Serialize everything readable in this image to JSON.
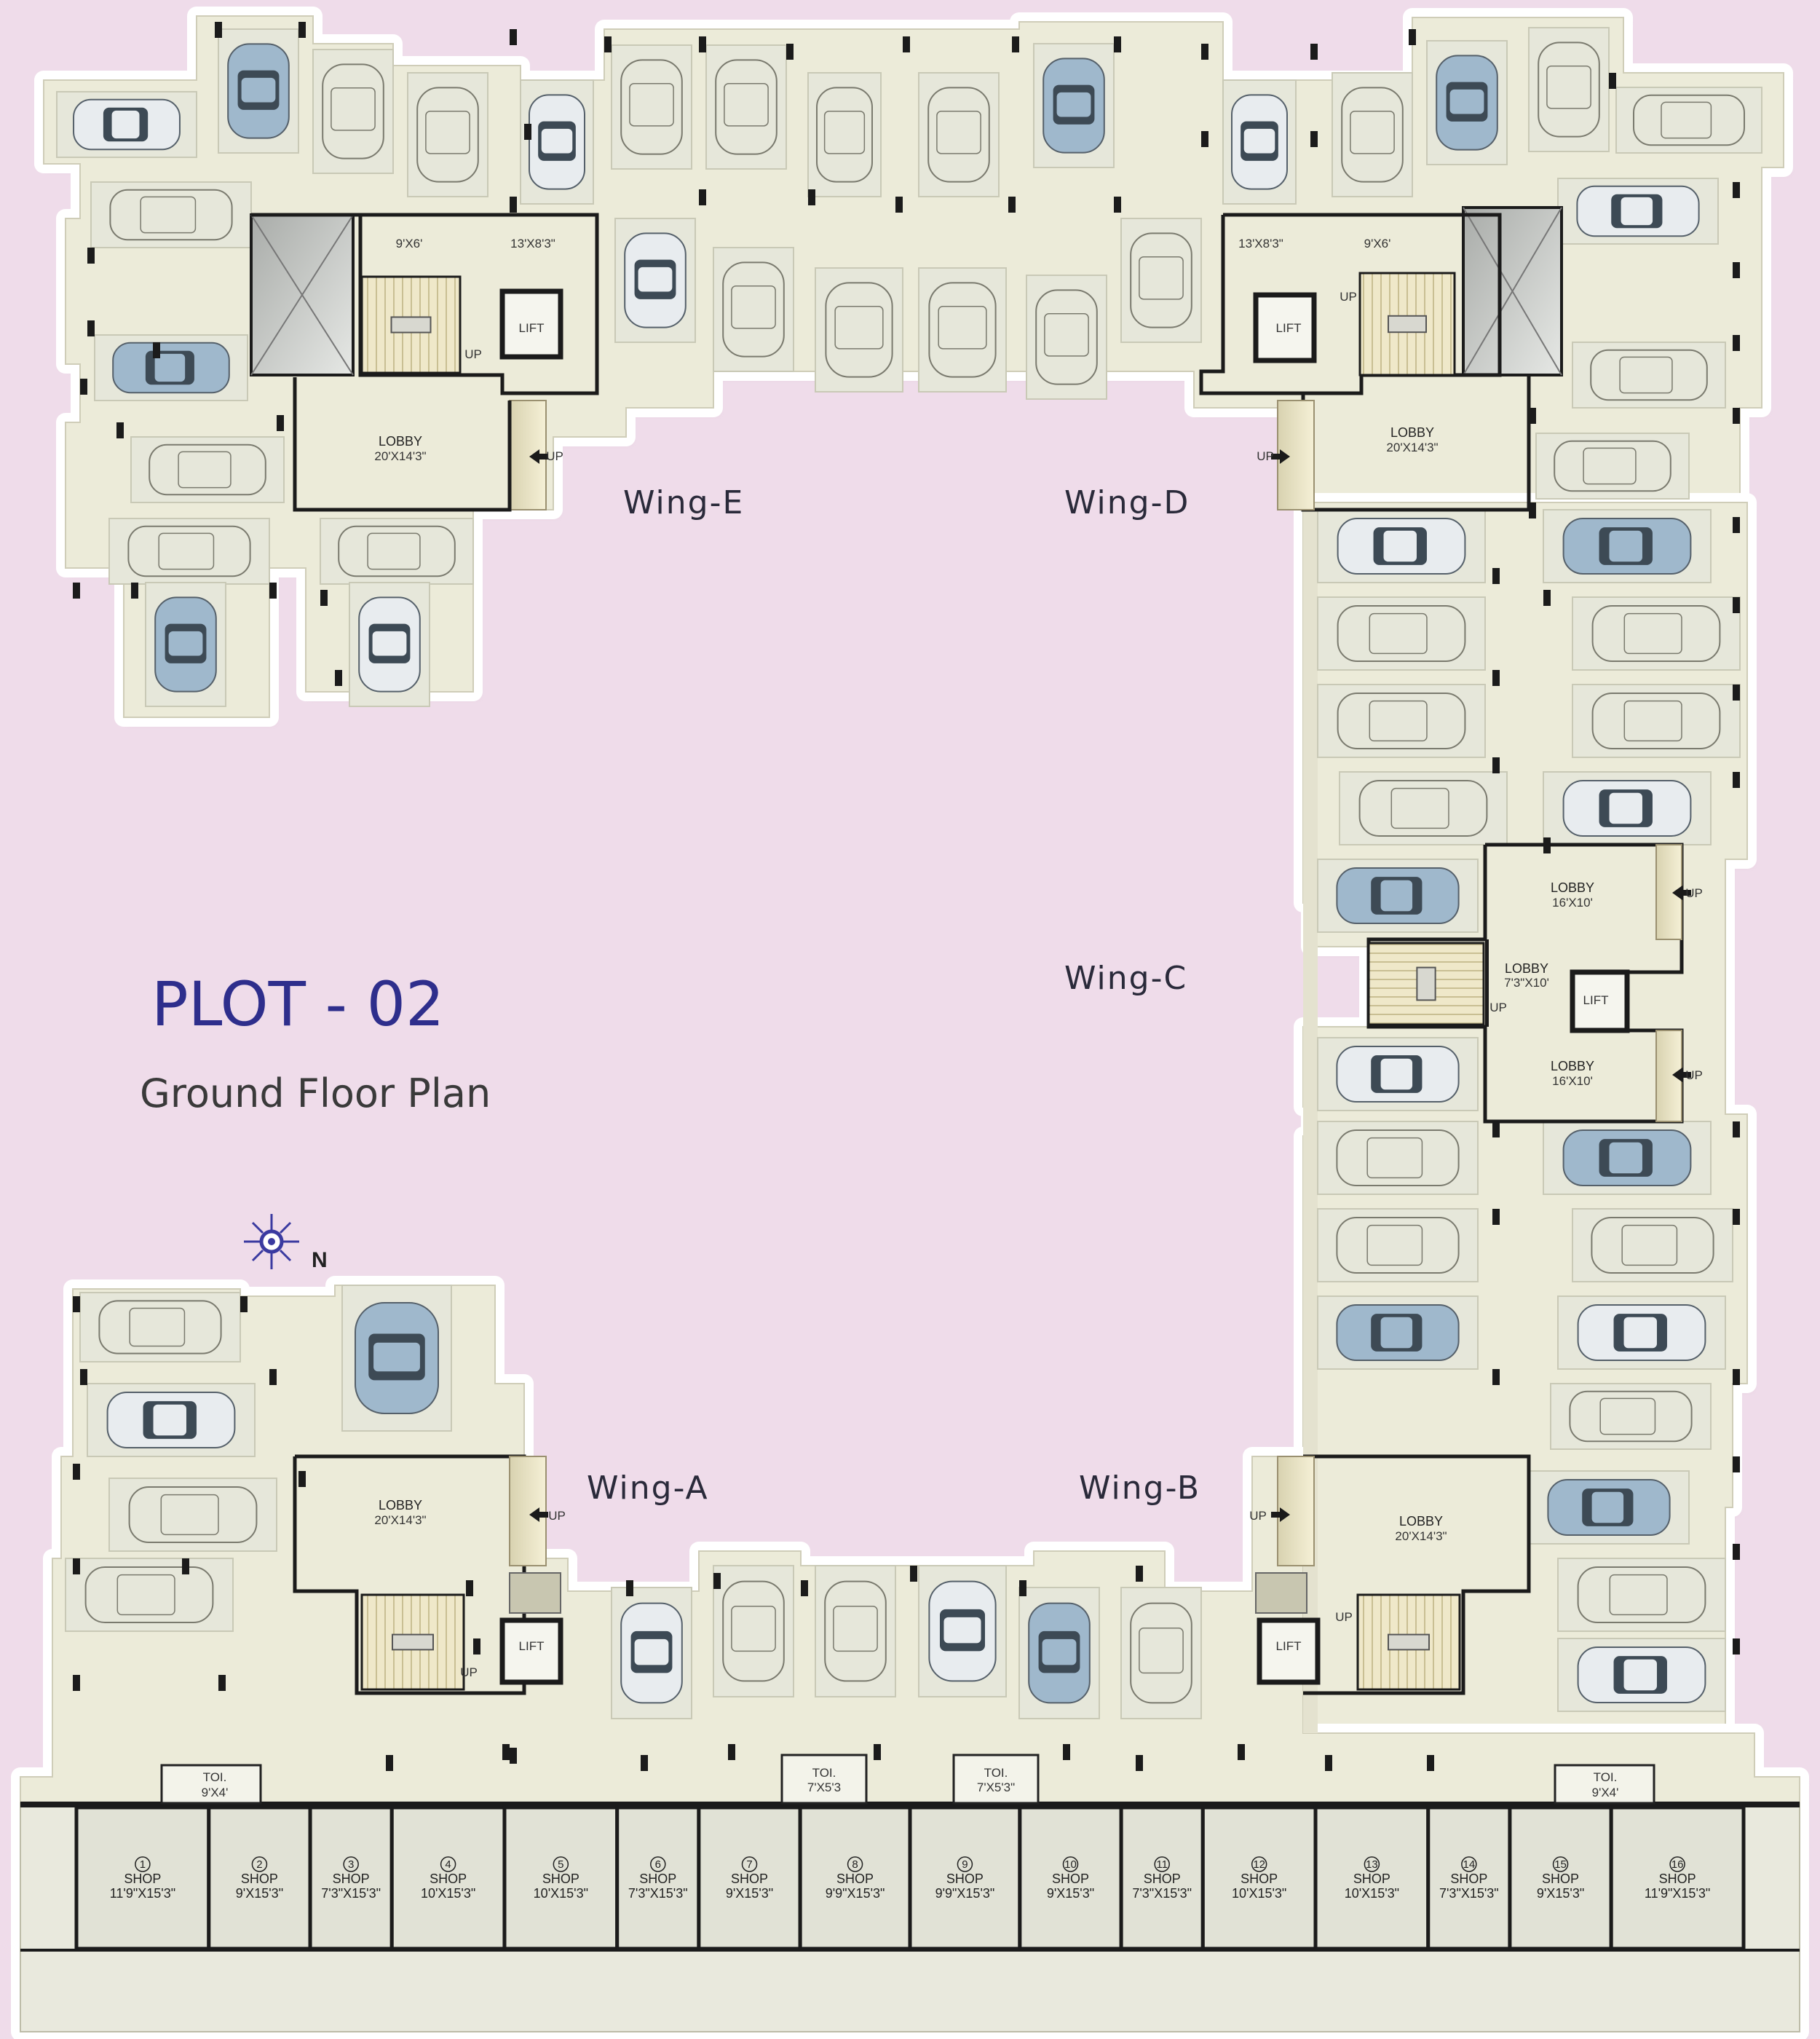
{
  "plot_title": "PLOT - 02",
  "plot_subtitle": "Ground Floor Plan",
  "north_label": "N",
  "wings": [
    "Wing-E",
    "Wing-D",
    "Wing-C",
    "Wing-A",
    "Wing-B"
  ],
  "wing_e": {
    "lobby": "LOBBY",
    "lobby_size": "20'X14'3\"",
    "room_a": "9'X6'",
    "room_b": "13'X8'3\"",
    "lift": "LIFT",
    "up": "UP"
  },
  "wing_d": {
    "lobby": "LOBBY",
    "lobby_size": "20'X14'3\"",
    "room_a": "13'X8'3\"",
    "room_b": "9'X6'",
    "lift": "LIFT",
    "up": "UP"
  },
  "wing_c": {
    "lobby": "LOBBY",
    "lobby_top_size": "16'X10'",
    "lobby_mid_size": "7'3\"X10'",
    "lobby_bot_size": "16'X10'",
    "lift": "LIFT",
    "up": "UP"
  },
  "wing_a": {
    "lobby": "LOBBY",
    "lobby_size": "20'X14'3\"",
    "lift": "LIFT",
    "up": "UP"
  },
  "wing_b": {
    "lobby": "LOBBY",
    "lobby_size": "20'X14'3\"",
    "lift": "LIFT",
    "up": "UP"
  },
  "toilets": [
    {
      "label": "TOI.",
      "size": "9'X4'"
    },
    {
      "label": "TOI.",
      "size": "7'X5'3"
    },
    {
      "label": "TOI.",
      "size": "7'X5'3\""
    },
    {
      "label": "TOI.",
      "size": "9'X4'"
    }
  ],
  "shops": [
    {
      "num": "1",
      "label": "SHOP",
      "size": "11'9\"X15'3\""
    },
    {
      "num": "2",
      "label": "SHOP",
      "size": "9'X15'3\""
    },
    {
      "num": "3",
      "label": "SHOP",
      "size": "7'3\"X15'3\""
    },
    {
      "num": "4",
      "label": "SHOP",
      "size": "10'X15'3\""
    },
    {
      "num": "5",
      "label": "SHOP",
      "size": "10'X15'3\""
    },
    {
      "num": "6",
      "label": "SHOP",
      "size": "7'3\"X15'3\""
    },
    {
      "num": "7",
      "label": "SHOP",
      "size": "9'X15'3\""
    },
    {
      "num": "8",
      "label": "SHOP",
      "size": "9'9\"X15'3\""
    },
    {
      "num": "9",
      "label": "SHOP",
      "size": "9'9\"X15'3\""
    },
    {
      "num": "10",
      "label": "SHOP",
      "size": "9'X15'3\""
    },
    {
      "num": "11",
      "label": "SHOP",
      "size": "7'3\"X15'3\""
    },
    {
      "num": "12",
      "label": "SHOP",
      "size": "10'X15'3\""
    },
    {
      "num": "13",
      "label": "SHOP",
      "size": "10'X15'3\""
    },
    {
      "num": "14",
      "label": "SHOP",
      "size": "7'3\"X15'3\""
    },
    {
      "num": "15",
      "label": "SHOP",
      "size": "9'X15'3\""
    },
    {
      "num": "16",
      "label": "SHOP",
      "size": "11'9\"X15'3\""
    }
  ],
  "colors": {
    "background": "#efdcea",
    "floor": "#ecebd9",
    "wall": "#1b1b1b",
    "car_blue": "#9fb8cc",
    "car_white": "#e8ecef",
    "shop_fill": "#e1e2d6",
    "title": "#2e2e8c"
  }
}
